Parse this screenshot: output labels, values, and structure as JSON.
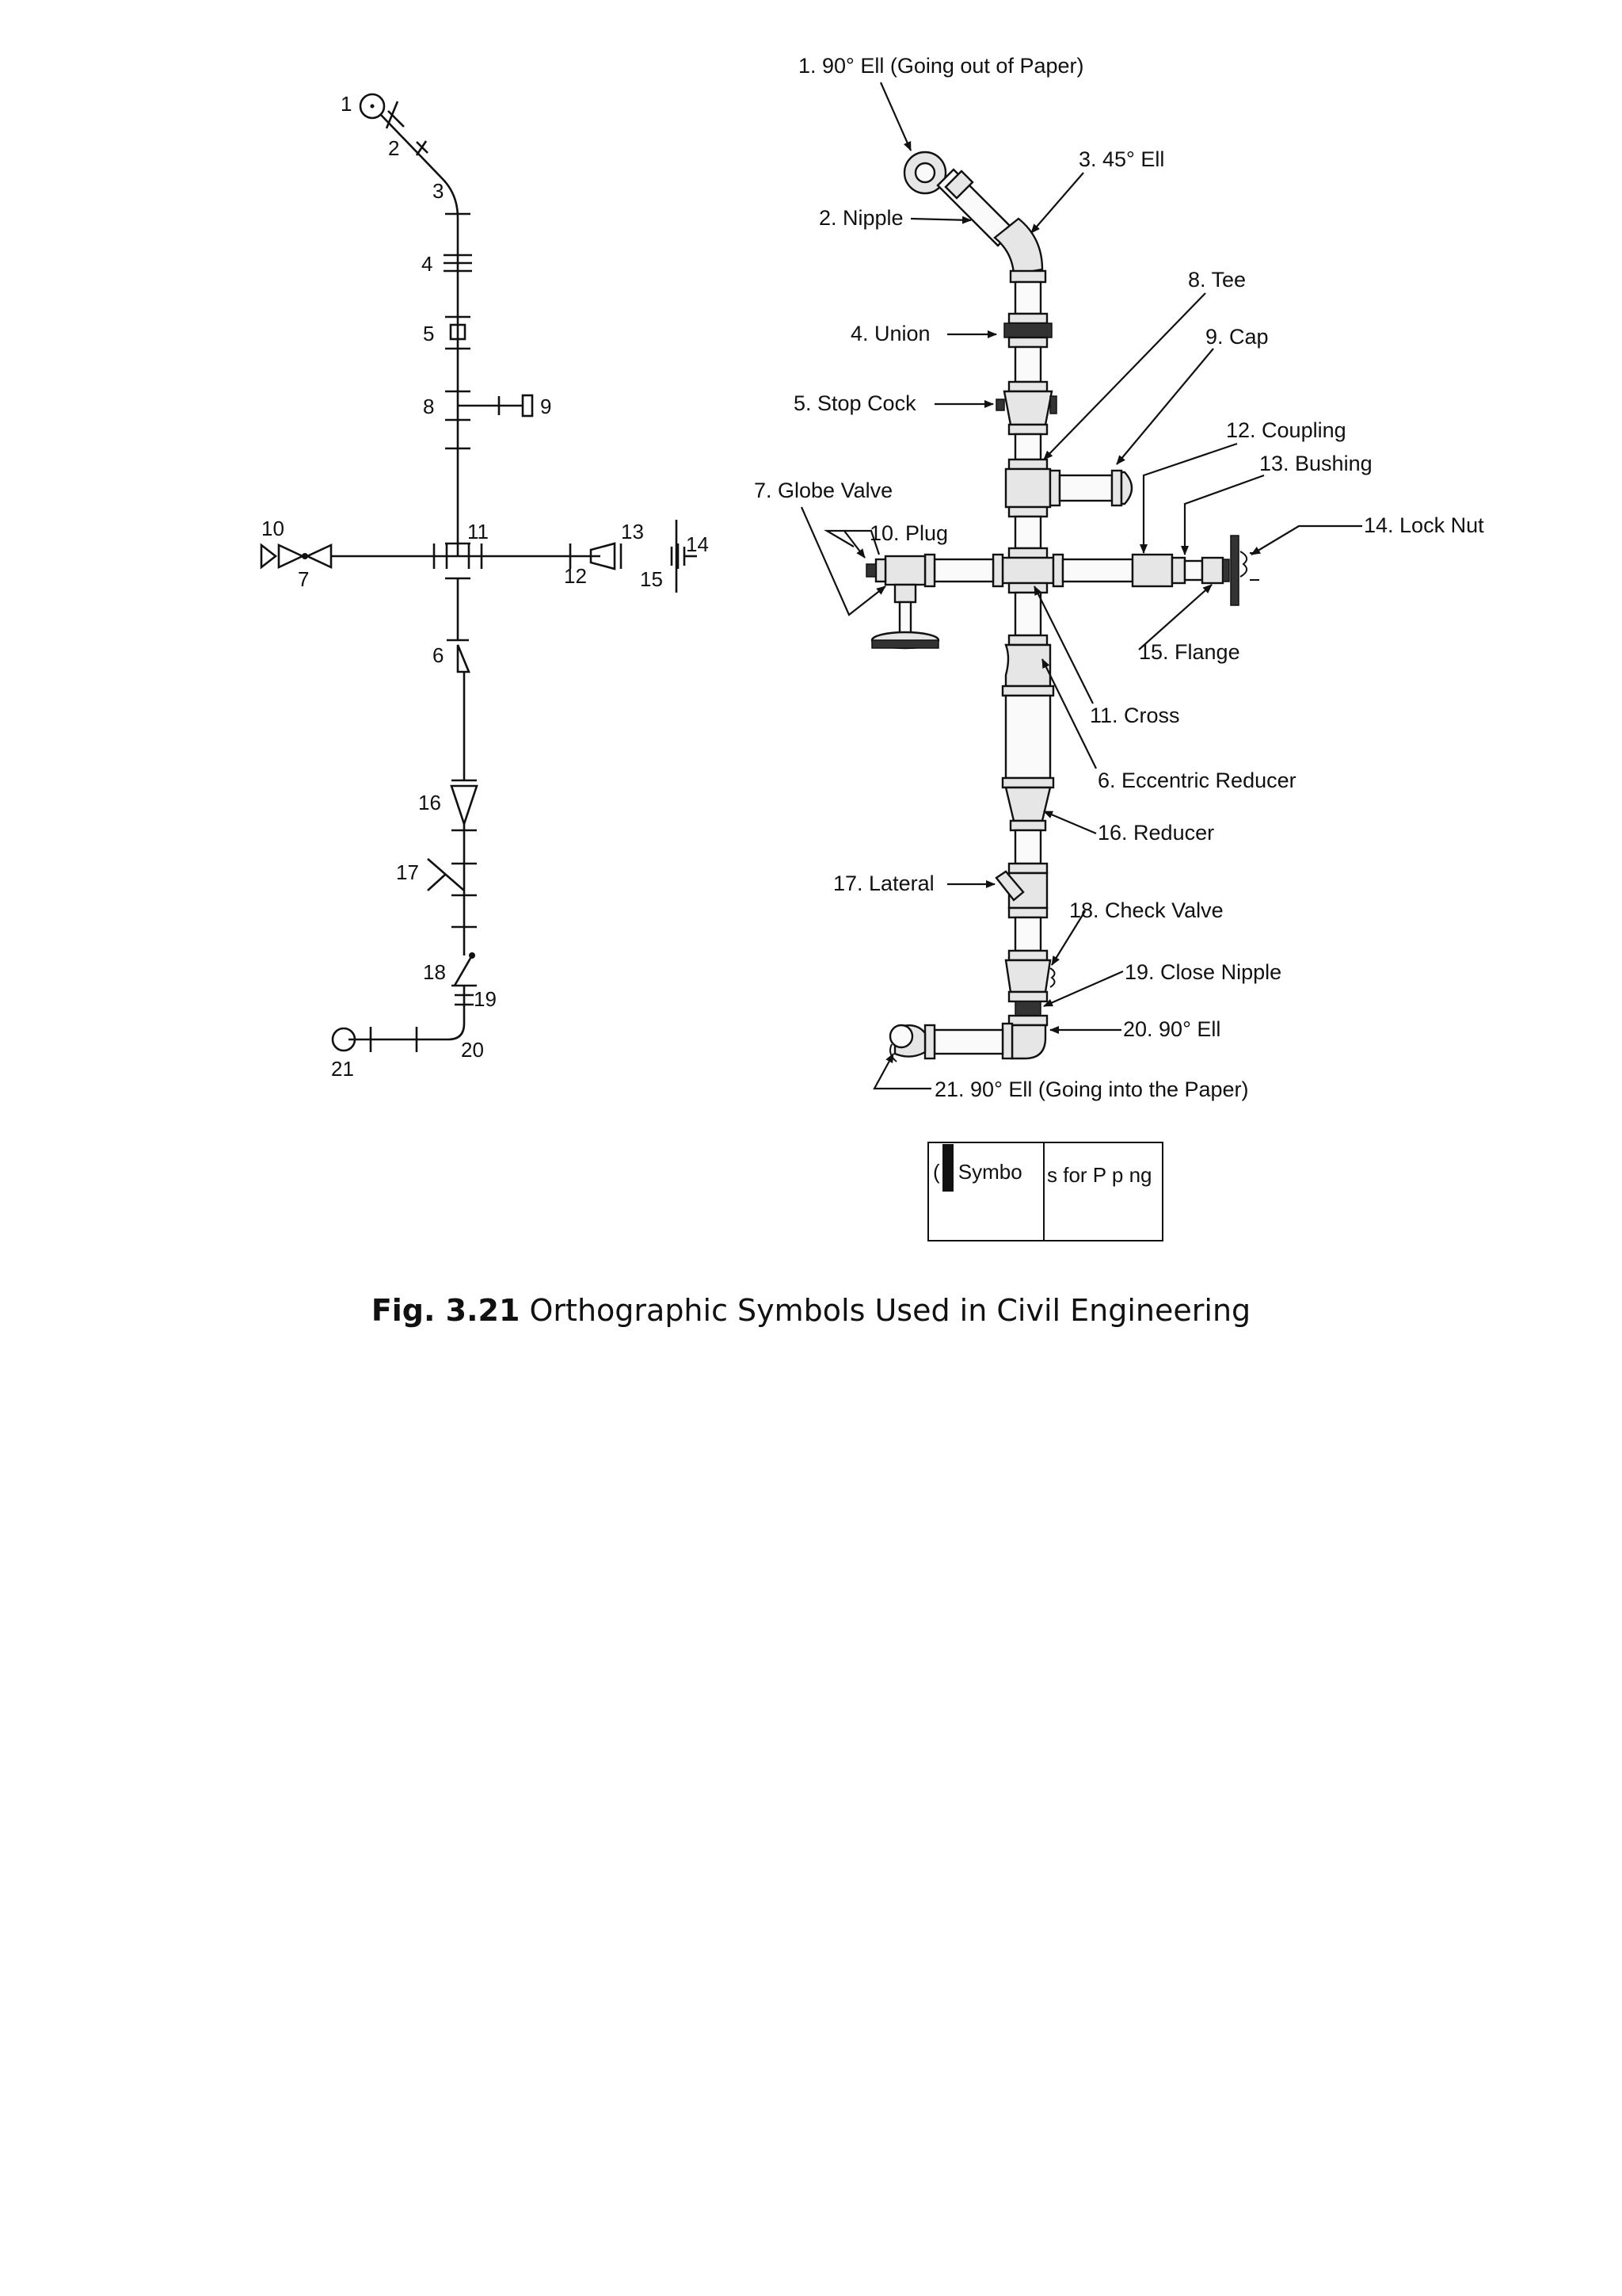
{
  "schematic_numbers": [
    "1",
    "2",
    "3",
    "4",
    "5",
    "8",
    "9",
    "10",
    "7",
    "11",
    "13",
    "12",
    "15",
    "14",
    "6",
    "16",
    "17",
    "18",
    "19",
    "21",
    "20"
  ],
  "pictorial_labels": {
    "l1": "1. 90° Ell (Going out of Paper)",
    "l2": "2. Nipple",
    "l3": "3. 45° Ell",
    "l4": "4. Union",
    "l5": "5. Stop Cock",
    "l6": "6. Eccentric Reducer",
    "l7": "7. Globe Valve",
    "l8": "8. Tee",
    "l9": "9. Cap",
    "l10": "10. Plug",
    "l11": "11. Cross",
    "l12": "12. Coupling",
    "l13": "13. Bushing",
    "l14": "14. Lock Nut",
    "l15": "15. Flange",
    "l16": "16. Reducer",
    "l17": "17. Lateral",
    "l18": "18. Check Valve",
    "l19": "19. Close Nipple",
    "l20": "20. 90° Ell",
    "l21": "21. 90° Ell (Going into the Paper)"
  },
  "sublabel": {
    "left": "( ) Symbo",
    "right": "s for P p ng"
  },
  "caption": {
    "number": "Fig. 3.21",
    "text": " Orthographic Symbols Used in Civil Engineering"
  }
}
